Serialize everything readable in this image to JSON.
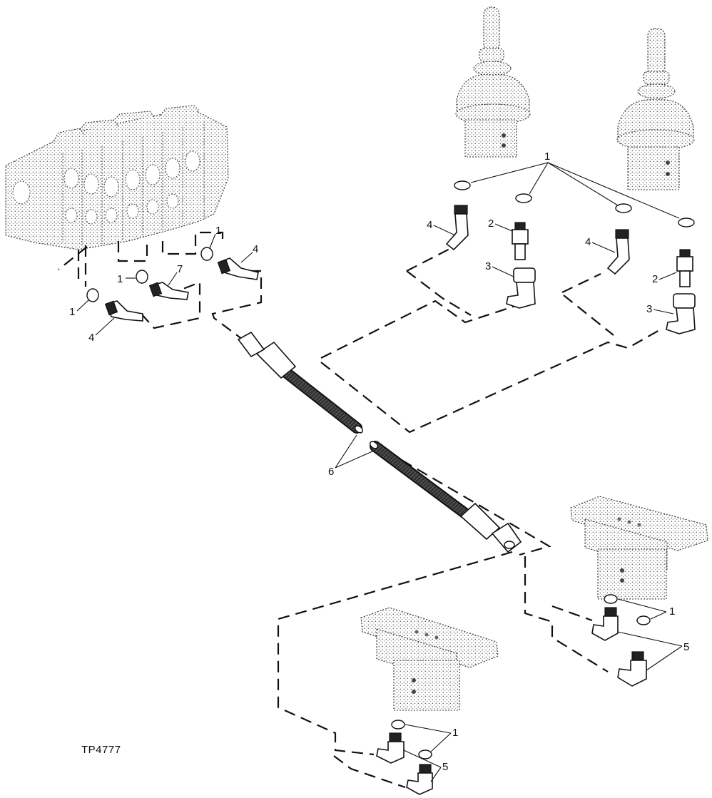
{
  "figure_code": "TP4777",
  "callouts": {
    "c1": "1",
    "c2": "2",
    "c3": "3",
    "c4": "4",
    "c5": "5",
    "c6": "6",
    "c7": "7"
  },
  "parts": [
    {
      "id": "control-valve",
      "icon": "control-valve-block"
    },
    {
      "id": "pilot-control-lever-left",
      "icon": "joystick-valve"
    },
    {
      "id": "pilot-control-lever-right",
      "icon": "joystick-valve"
    },
    {
      "id": "travel-pedal-valve-right",
      "icon": "pedal-valve"
    },
    {
      "id": "travel-pedal-valve-left",
      "icon": "pedal-valve"
    },
    {
      "id": "o-ring",
      "callout": "1"
    },
    {
      "id": "straight-fitting",
      "callout": "2"
    },
    {
      "id": "swivel-elbow",
      "callout": "3"
    },
    {
      "id": "elbow-fitting",
      "callout": "4"
    },
    {
      "id": "elbow-nipple",
      "callout": "5"
    },
    {
      "id": "hose",
      "callout": "6"
    },
    {
      "id": "fitting",
      "callout": "7"
    }
  ]
}
